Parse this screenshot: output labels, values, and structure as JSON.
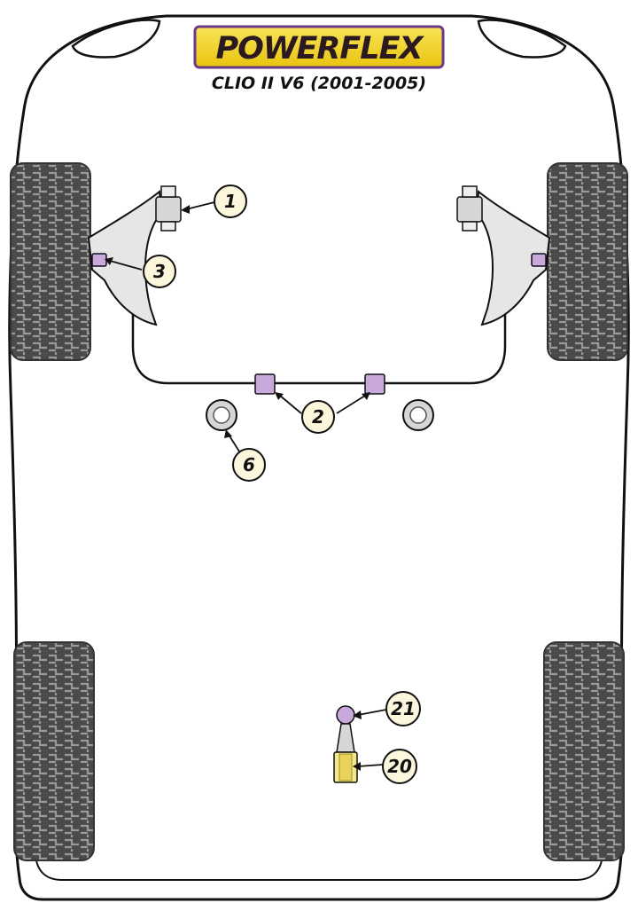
{
  "header": {
    "brand": "POWERFLEX",
    "model": "CLIO II V6 (2001-2005)"
  },
  "colors": {
    "outline": "#111111",
    "tyre": "#4a4a4a",
    "tyre_tread": "#8a8a8a",
    "bushing_purple": "#c9a8dc",
    "bushing_yellow": "#f3e88a",
    "bushing_grey": "#d6d6d6",
    "logo_yellow": "#f2d51c",
    "logo_purple": "#6b3a86",
    "callout_fill": "#fbf6dc"
  },
  "callouts": {
    "c1": "1",
    "c2": "2",
    "c3": "3",
    "c6": "6",
    "c21": "21",
    "c20": "20"
  }
}
